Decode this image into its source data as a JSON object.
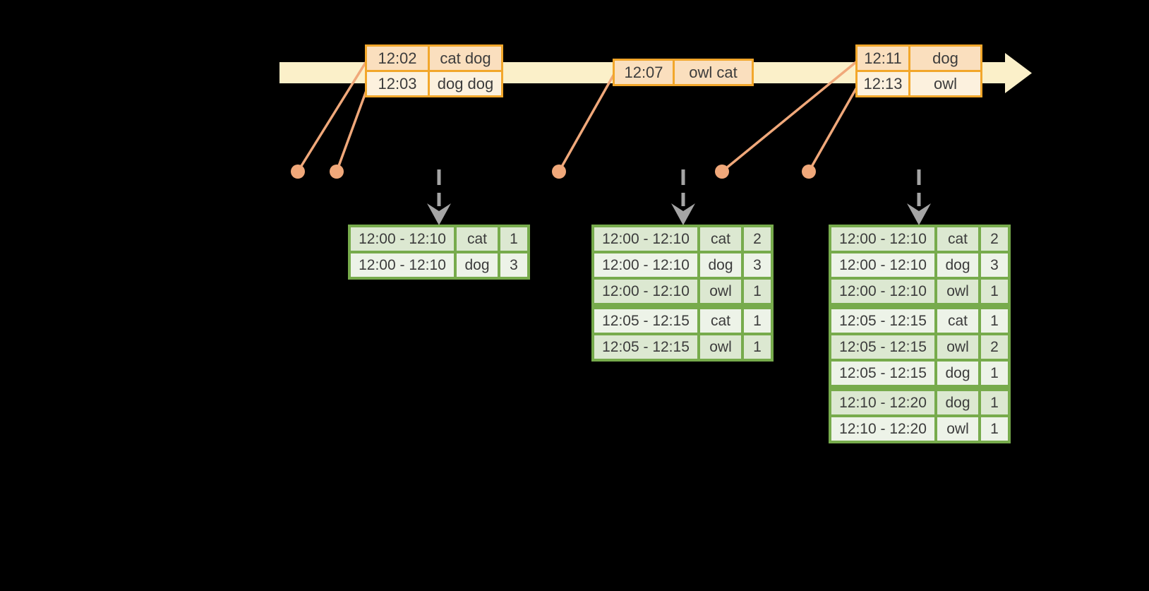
{
  "diagram": {
    "description": "windowed-streaming-aggregation-timeline",
    "colors": {
      "background": "#000000",
      "timeline_fill": "#FBF0C9",
      "event_table_border": "#F2A72B",
      "event_row_dark": "#FADFBE",
      "event_row_light": "#FCF1DE",
      "connector_salmon": "#F0A87A",
      "result_table_border": "#77AB4C",
      "result_row_dark": "#DCE8D1",
      "result_row_light": "#EDF3E8",
      "trigger_arrow_gray": "#A5A5A5",
      "text": "#3C3C3C"
    },
    "event_tables": [
      {
        "rows": [
          {
            "time": "12:02",
            "words": "cat dog"
          },
          {
            "time": "12:03",
            "words": "dog dog"
          }
        ]
      },
      {
        "rows": [
          {
            "time": "12:07",
            "words": "owl cat"
          }
        ]
      },
      {
        "rows": [
          {
            "time": "12:11",
            "words": "dog"
          },
          {
            "time": "12:13",
            "words": "owl"
          }
        ]
      }
    ],
    "result_tables": [
      {
        "rows": [
          {
            "window": "12:00 - 12:10",
            "word": "cat",
            "count": "1"
          },
          {
            "window": "12:00 - 12:10",
            "word": "dog",
            "count": "3"
          }
        ]
      },
      {
        "rows": [
          {
            "window": "12:00 - 12:10",
            "word": "cat",
            "count": "2"
          },
          {
            "window": "12:00 - 12:10",
            "word": "dog",
            "count": "3"
          },
          {
            "window": "12:00 - 12:10",
            "word": "owl",
            "count": "1"
          },
          {
            "window": "12:05 - 12:15",
            "word": "cat",
            "count": "1"
          },
          {
            "window": "12:05 - 12:15",
            "word": "owl",
            "count": "1"
          }
        ]
      },
      {
        "rows": [
          {
            "window": "12:00 - 12:10",
            "word": "cat",
            "count": "2"
          },
          {
            "window": "12:00 - 12:10",
            "word": "dog",
            "count": "3"
          },
          {
            "window": "12:00 - 12:10",
            "word": "owl",
            "count": "1"
          },
          {
            "window": "12:05 - 12:15",
            "word": "cat",
            "count": "1"
          },
          {
            "window": "12:05 - 12:15",
            "word": "owl",
            "count": "2"
          },
          {
            "window": "12:05 - 12:15",
            "word": "dog",
            "count": "1"
          },
          {
            "window": "12:10 - 12:20",
            "word": "dog",
            "count": "1"
          },
          {
            "window": "12:10 - 12:20",
            "word": "owl",
            "count": "1"
          }
        ]
      }
    ]
  }
}
